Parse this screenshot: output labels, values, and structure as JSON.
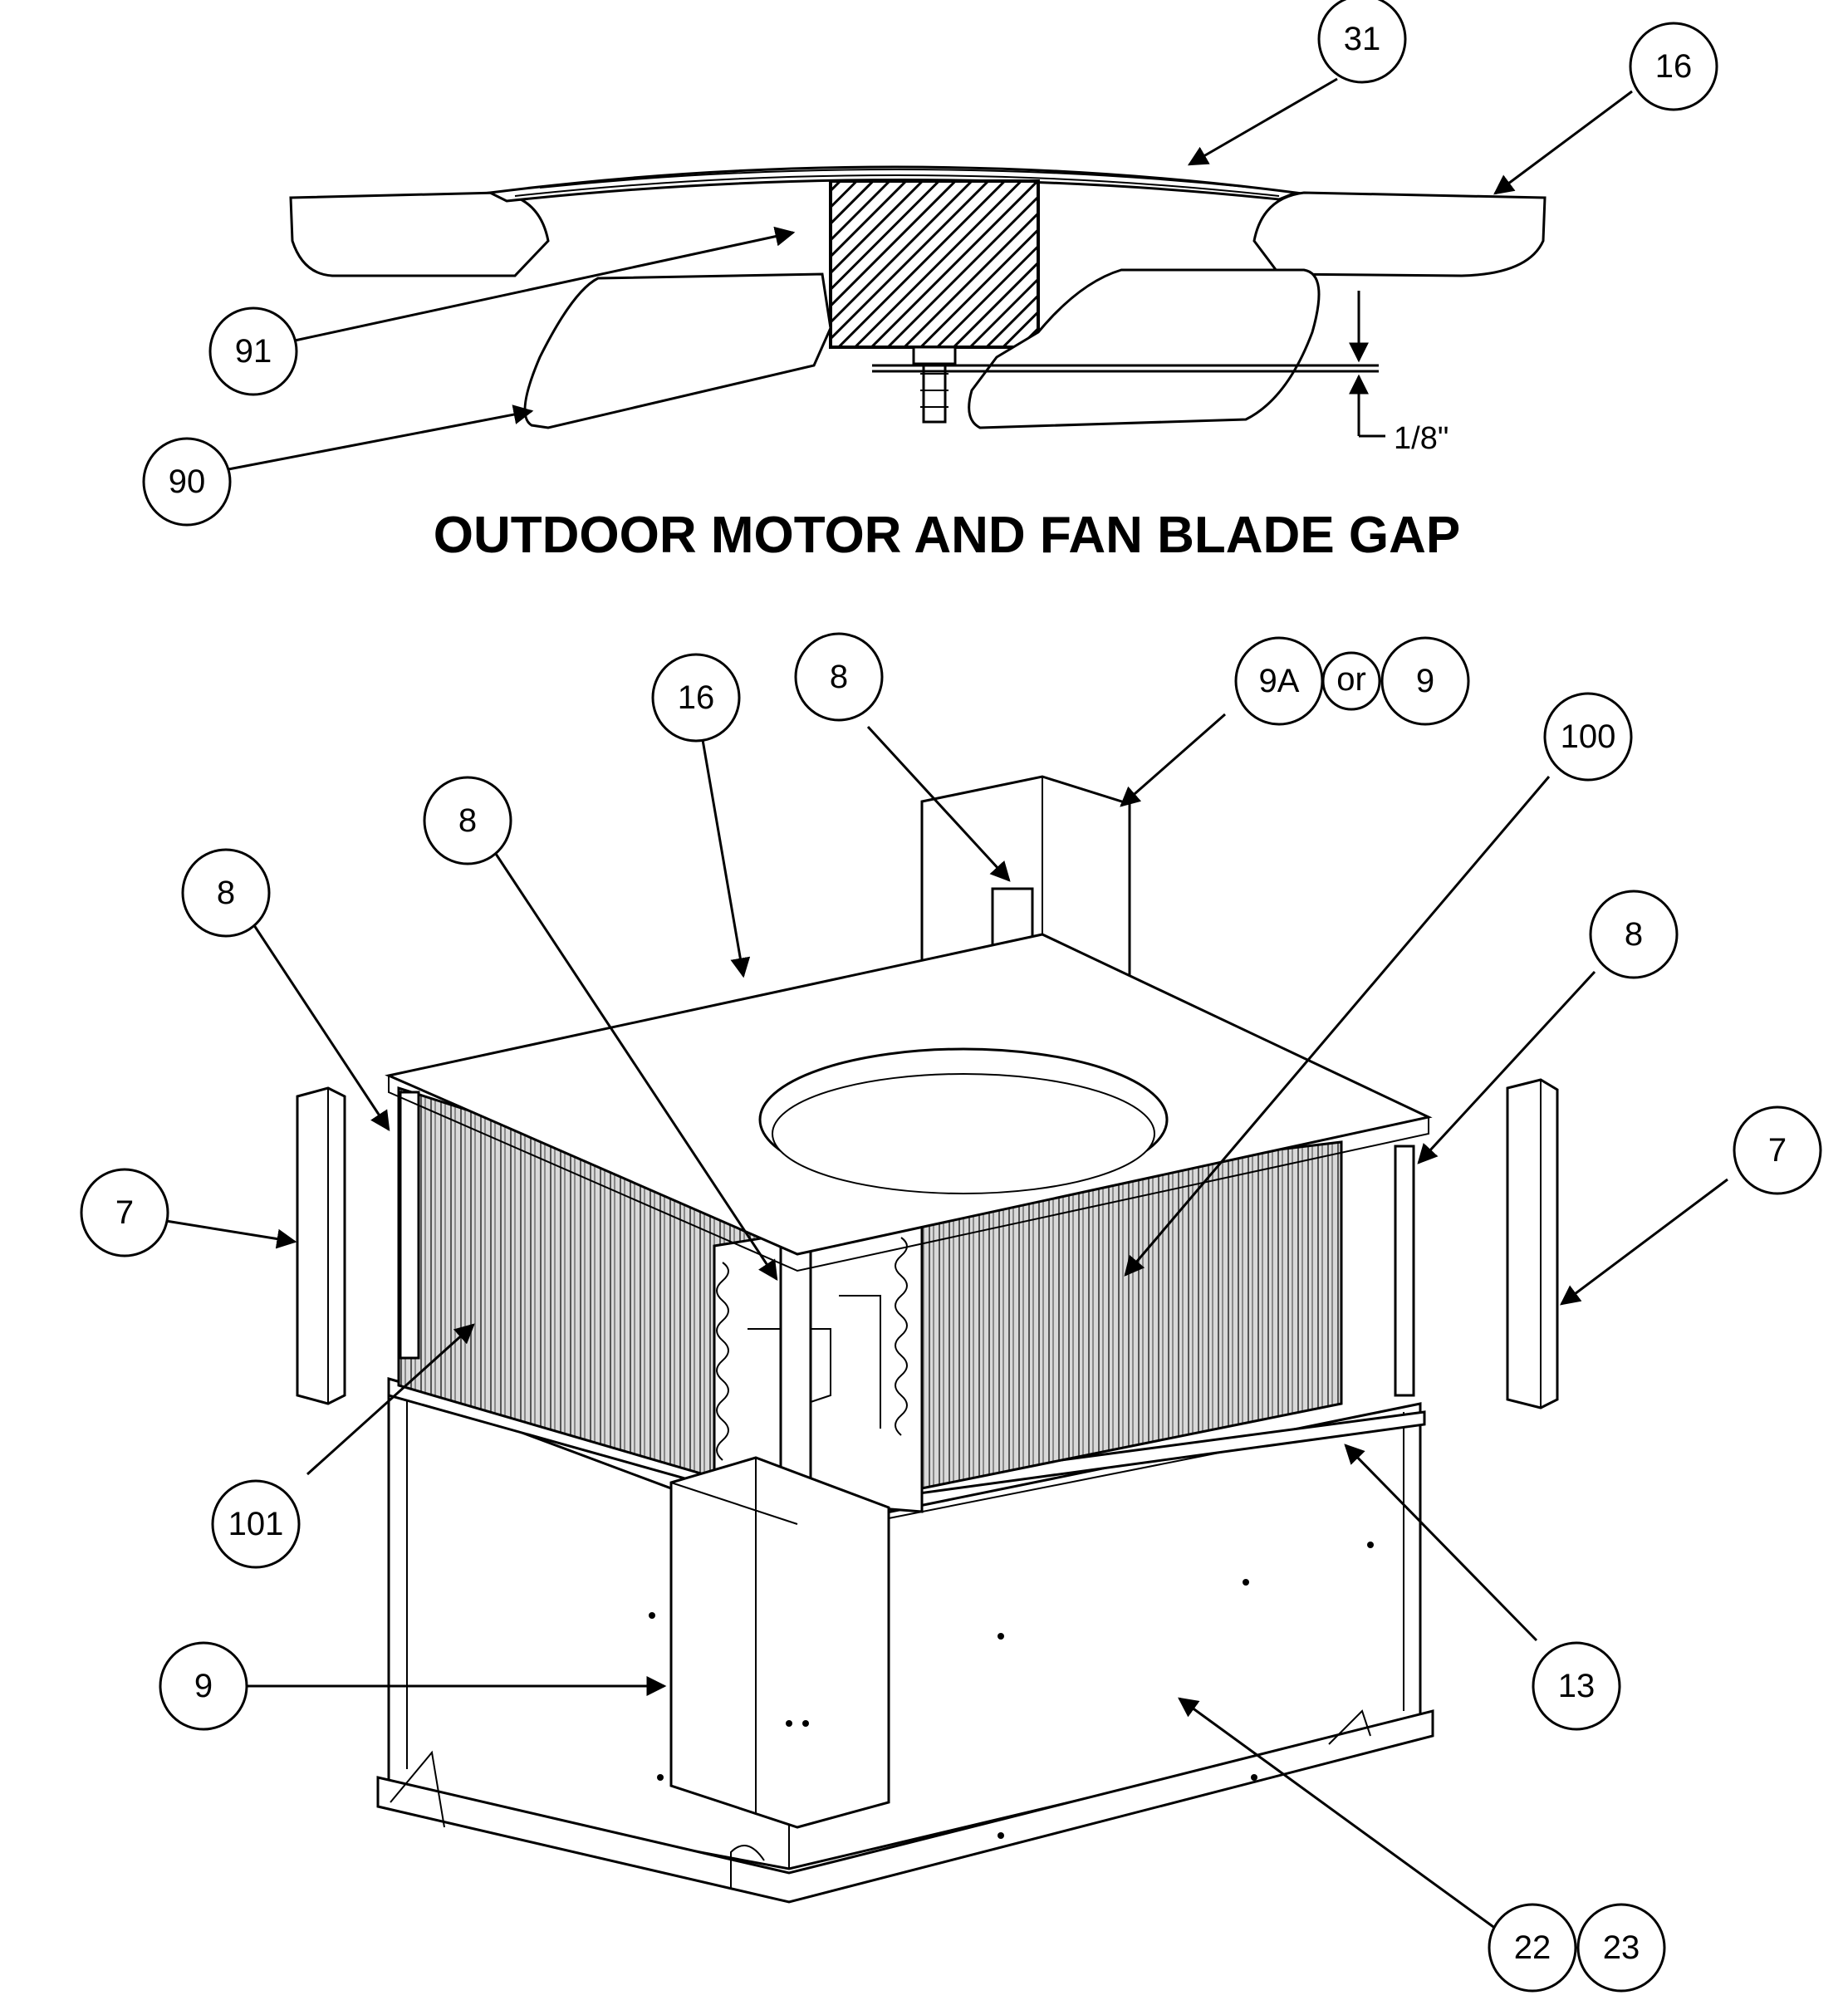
{
  "title": "OUTDOOR MOTOR AND FAN BLADE GAP",
  "dimension": "1/8\"",
  "callouts": {
    "c31": "31",
    "c16_top": "16",
    "c91": "91",
    "c90": "90",
    "c16": "16",
    "c8_top": "8",
    "c9a": "9A",
    "c_or": "or",
    "c9_top": "9",
    "c100": "100",
    "c8_mid": "8",
    "c8_left": "8",
    "c8_right": "8",
    "c7_left": "7",
    "c7_right": "7",
    "c101": "101",
    "c13": "13",
    "c9": "9",
    "c22": "22",
    "c23": "23"
  }
}
